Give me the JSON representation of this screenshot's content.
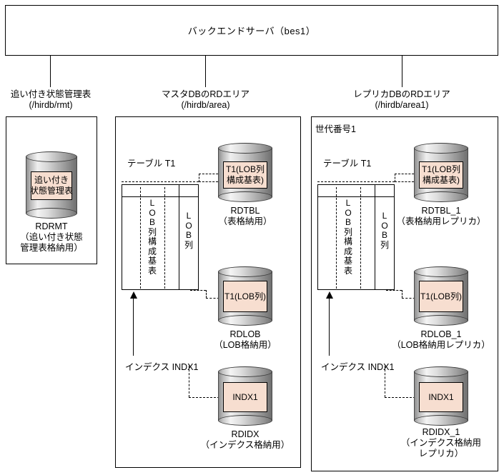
{
  "server": {
    "label": "バックエンドサーバ（bes1）"
  },
  "areas": [
    {
      "name": "追い付き状態管理表",
      "path": "(/hirdb/rmt)"
    },
    {
      "name": "マスタDBのRDエリア",
      "path": "(/hirdb/area)"
    },
    {
      "name": "レプリカDBのRDエリア",
      "path": "(/hirdb/area1)"
    }
  ],
  "generation_label": "世代番号1",
  "panel_rmt": {
    "cylinder": {
      "line1": "追い付き",
      "line2": "状態管理表"
    },
    "caption_line1": "RDRMT",
    "caption_line2": "（追い付き状態",
    "caption_line3": "管理表格納用）"
  },
  "panel_master": {
    "table_title": "テーブル T1",
    "col_lob_base": "LOB列構成基表",
    "col_lob": "LOB列",
    "index_label": "インデクス INDX1",
    "cylinders": [
      {
        "plate_line1": "T1(LOB列",
        "plate_line2": "構成基表)",
        "caption_line1": "RDTBL",
        "caption_line2": "（表格納用）"
      },
      {
        "plate_line1": "T1(LOB列)",
        "plate_line2": "",
        "caption_line1": "RDLOB",
        "caption_line2": "（LOB格納用）"
      },
      {
        "plate_line1": "INDX1",
        "plate_line2": "",
        "caption_line1": "RDIDX",
        "caption_line2": "（インデクス格納用）"
      }
    ]
  },
  "panel_replica": {
    "table_title": "テーブル T1",
    "col_lob_base": "LOB列構成基表",
    "col_lob": "LOB列",
    "index_label": "インデクス INDX1",
    "cylinders": [
      {
        "plate_line1": "T1(LOB列",
        "plate_line2": "構成基表)",
        "caption_line1": "RDTBL_1",
        "caption_line2": "（表格納用レプリカ）",
        "caption_line3": ""
      },
      {
        "plate_line1": "T1(LOB列)",
        "plate_line2": "",
        "caption_line1": "RDLOB_1",
        "caption_line2": "（LOB格納用レプリカ）",
        "caption_line3": ""
      },
      {
        "plate_line1": "INDX1",
        "plate_line2": "",
        "caption_line1": "RDIDX_1",
        "caption_line2": "（インデクス格納用",
        "caption_line3": "レプリカ）"
      }
    ]
  },
  "colors": {
    "plate_fill": "#f7ded0",
    "outline": "#000000",
    "background": "#ffffff"
  }
}
